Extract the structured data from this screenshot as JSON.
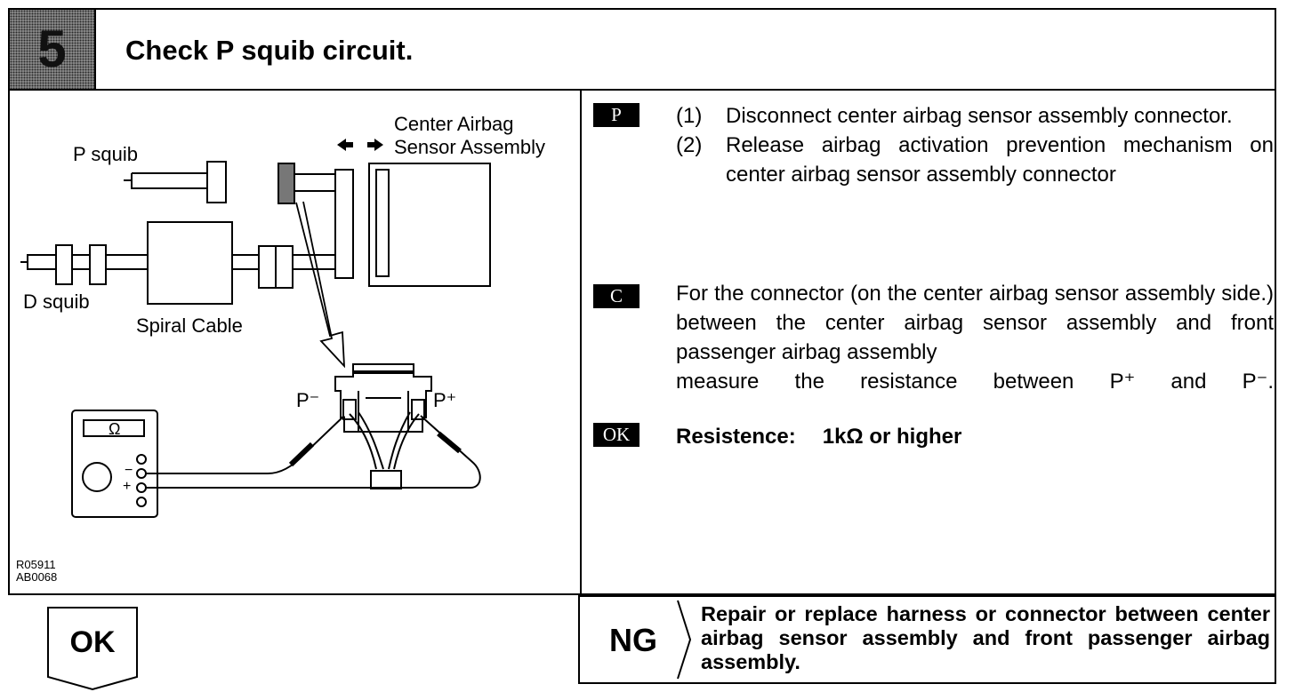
{
  "header": {
    "step_number": "5",
    "title": "Check P squib circuit."
  },
  "diagram": {
    "labels": {
      "center_airbag": "Center Airbag",
      "sensor_assembly": "Sensor Assembly",
      "p_squib": "P squib",
      "d_squib": "D squib",
      "spiral_cable": "Spiral Cable",
      "p_minus": "P⁻",
      "p_plus": "P⁺",
      "meter_symbol": "Ω",
      "meter_minus": "−",
      "meter_plus": "+",
      "ref_code_1": "R05911",
      "ref_code_2": "AB0068"
    }
  },
  "instructions": {
    "prepare_tag": "P",
    "steps": [
      {
        "num": "(1)",
        "text": "Disconnect center airbag sensor assembly connector."
      },
      {
        "num": "(2)",
        "text": "Release airbag activation prevention mechanism on center airbag sensor assembly connector"
      }
    ],
    "check_tag": "C",
    "check_text": "For the connector (on the center airbag sensor assembly side.) between the center airbag sensor assembly and front passenger airbag assembly",
    "check_text_last": "measure the resistance between P⁺ and P⁻.",
    "ok_tag": "OK",
    "result_label": "Resistence:",
    "result_value": "1kΩ or higher"
  },
  "outcomes": {
    "ok_label": "OK",
    "ng_label": "NG",
    "ng_text": "Repair or replace harness or connector between center airbag sensor assembly and front passenger airbag assembly."
  }
}
